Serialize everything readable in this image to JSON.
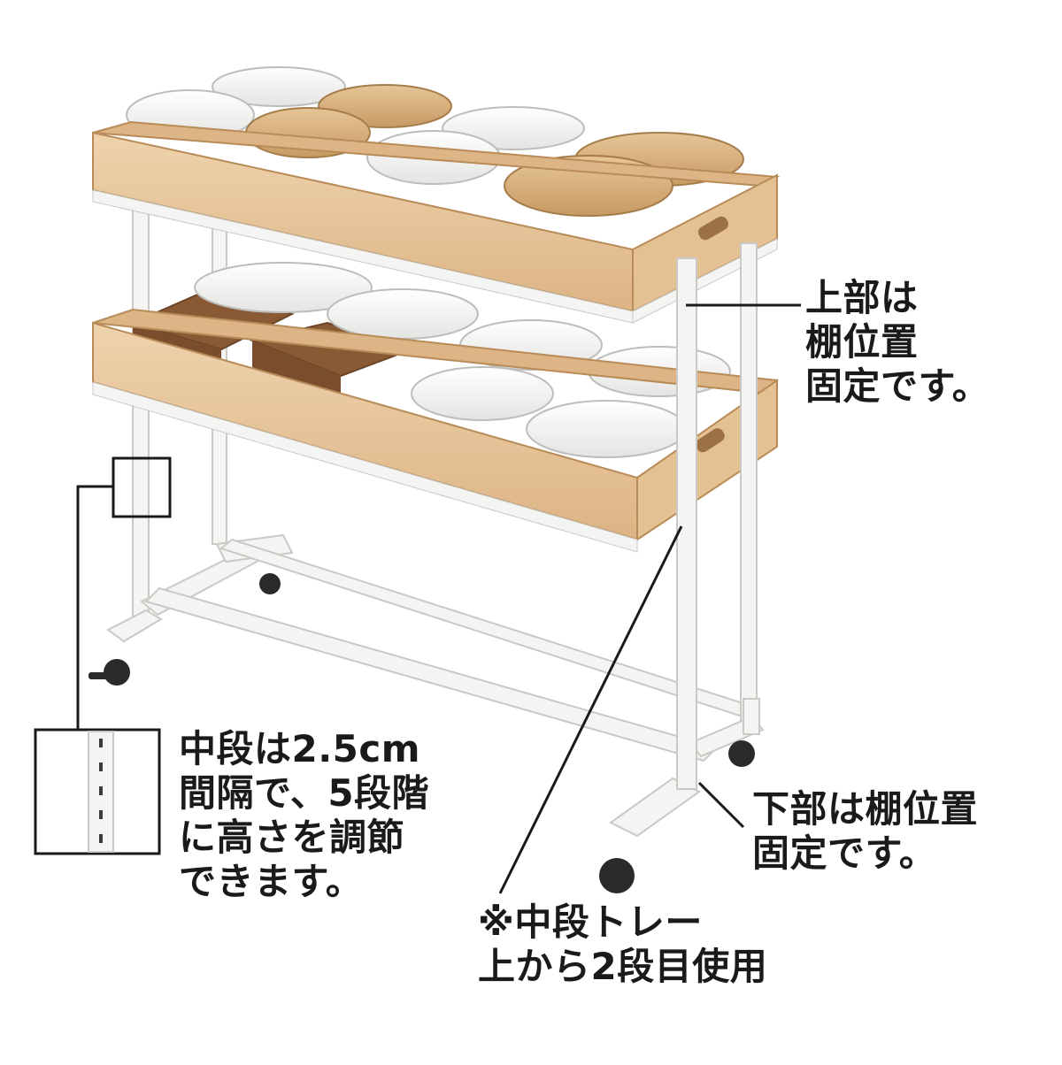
{
  "captions": {
    "top": [
      "上部は",
      "棚位置",
      "固定です。"
    ],
    "bottom": [
      "下部は棚位置",
      "固定です。"
    ],
    "middle": [
      "中段は2.5cm",
      "間隔で、5段階",
      "に高さを調節",
      "できます。"
    ],
    "note": [
      "※中段トレー",
      "上から2段目使用"
    ]
  },
  "colors": {
    "wood": "#e8c9a0",
    "wood_dark": "#c99a66",
    "frame": "#f4f4f2",
    "frame_edge": "#c9c9c6",
    "tan_container": "#d9b483",
    "kraft_box": "#8a5a35",
    "white_container": "#f7f7f5",
    "caster": "#2a2a2a",
    "leader_line": "#1a1a1a"
  }
}
